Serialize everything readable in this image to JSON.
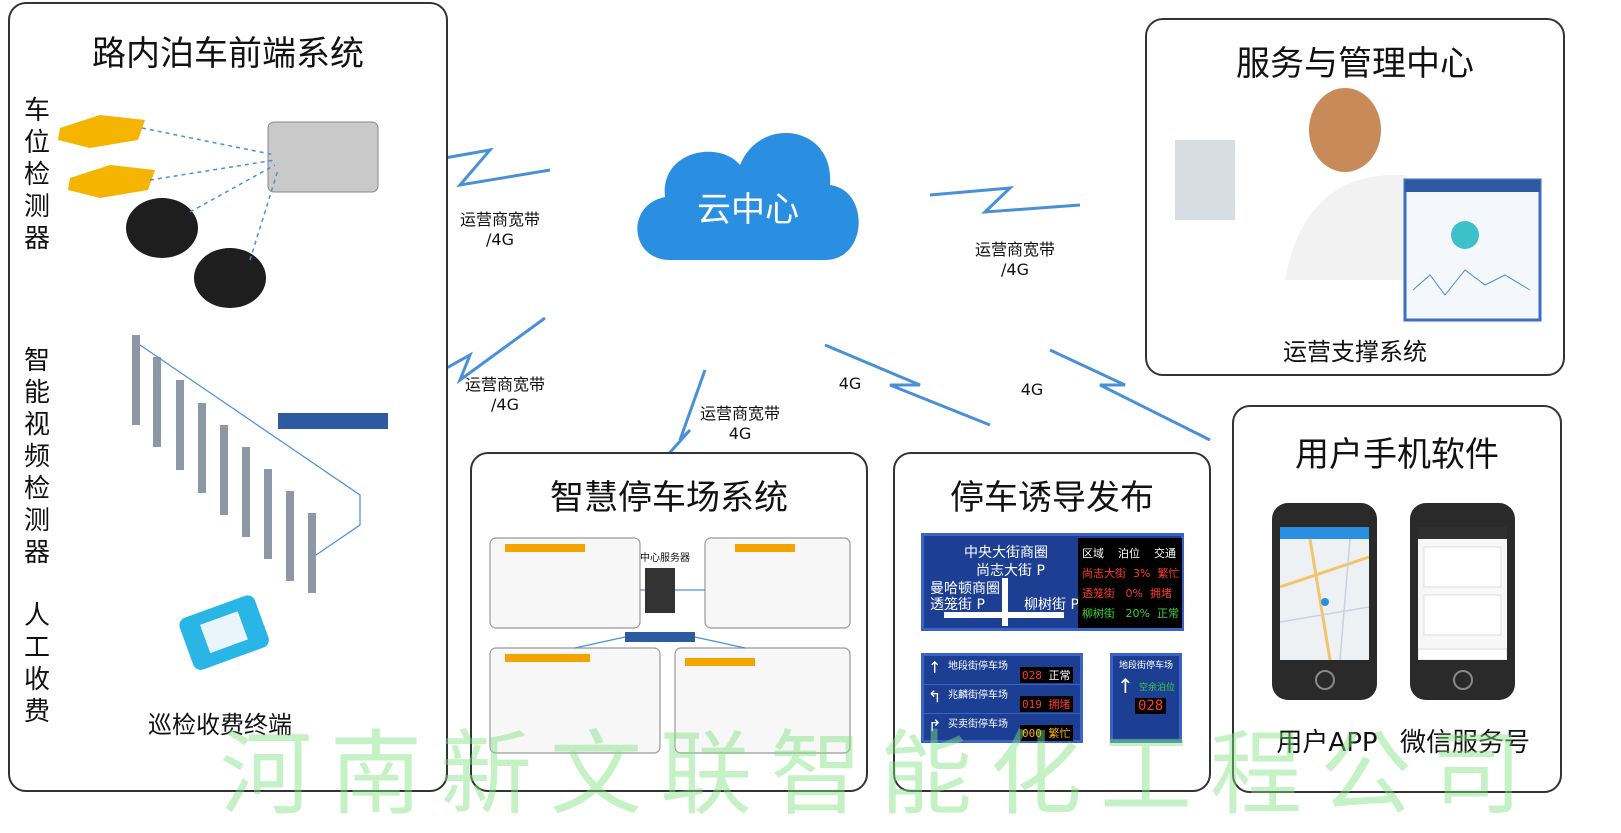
{
  "panels": {
    "frontend": {
      "title": "路内泊车前端系统",
      "label_vehicle_detector": "车位检测器",
      "label_video_detector": "智能视频检测器",
      "label_manual_charge": "人工收费",
      "label_terminal": "巡检收费终端"
    },
    "service": {
      "title": "服务与管理中心",
      "subtitle": "运营支撑系统"
    },
    "parking": {
      "title": "智慧停车场系统",
      "server_label": "中心服务器"
    },
    "guidance": {
      "title": "停车诱导发布"
    },
    "mobile": {
      "title": "用户手机软件",
      "app_label": "用户APP",
      "wechat_label": "微信服务号"
    }
  },
  "cloud": {
    "label": "云中心"
  },
  "links": {
    "l1_a": "运营商宽带",
    "l1_b": "/4G",
    "l2_a": "运营商宽带",
    "l2_b": "/4G",
    "l3_a": "运营商宽带",
    "l3_b": "/4G",
    "l4_a": "运营商宽带",
    "l4_b": "4G",
    "l5": "4G",
    "l6": "4G"
  },
  "sign_main": {
    "district": "中央大街商圈",
    "street1": "尚志大街 P",
    "left1": "曼哈顿商圈",
    "left2": "透笼街 P",
    "right1": "柳树街 P",
    "col_area": "区域",
    "col_spaces": "泊位",
    "col_traffic": "交通",
    "rows": [
      {
        "area": "尚志大街",
        "pct": "3%",
        "status": "繁忙"
      },
      {
        "area": "透笼街",
        "pct": "0%",
        "status": "拥堵"
      },
      {
        "area": "柳树街",
        "pct": "20%",
        "status": "正常"
      }
    ]
  },
  "sign_small": [
    {
      "name": "地段街停车场",
      "num": "028",
      "status": "正常"
    },
    {
      "name": "兆麟街停车场",
      "num": "019",
      "status": "拥堵"
    },
    {
      "name": "买卖街停车场",
      "num": "000",
      "status": "繁忙"
    }
  ],
  "sign_side": {
    "name": "地段街停车场",
    "sub": "空余泊位",
    "num": "028"
  },
  "watermark": "河南新文联智能化工程公司",
  "colors": {
    "cloud": "#2a8fe0",
    "link": "#4a90d9",
    "sign_blue": "#1c3f93",
    "led_red": "#ff3b2a",
    "detector_yellow": "#f5b400"
  }
}
